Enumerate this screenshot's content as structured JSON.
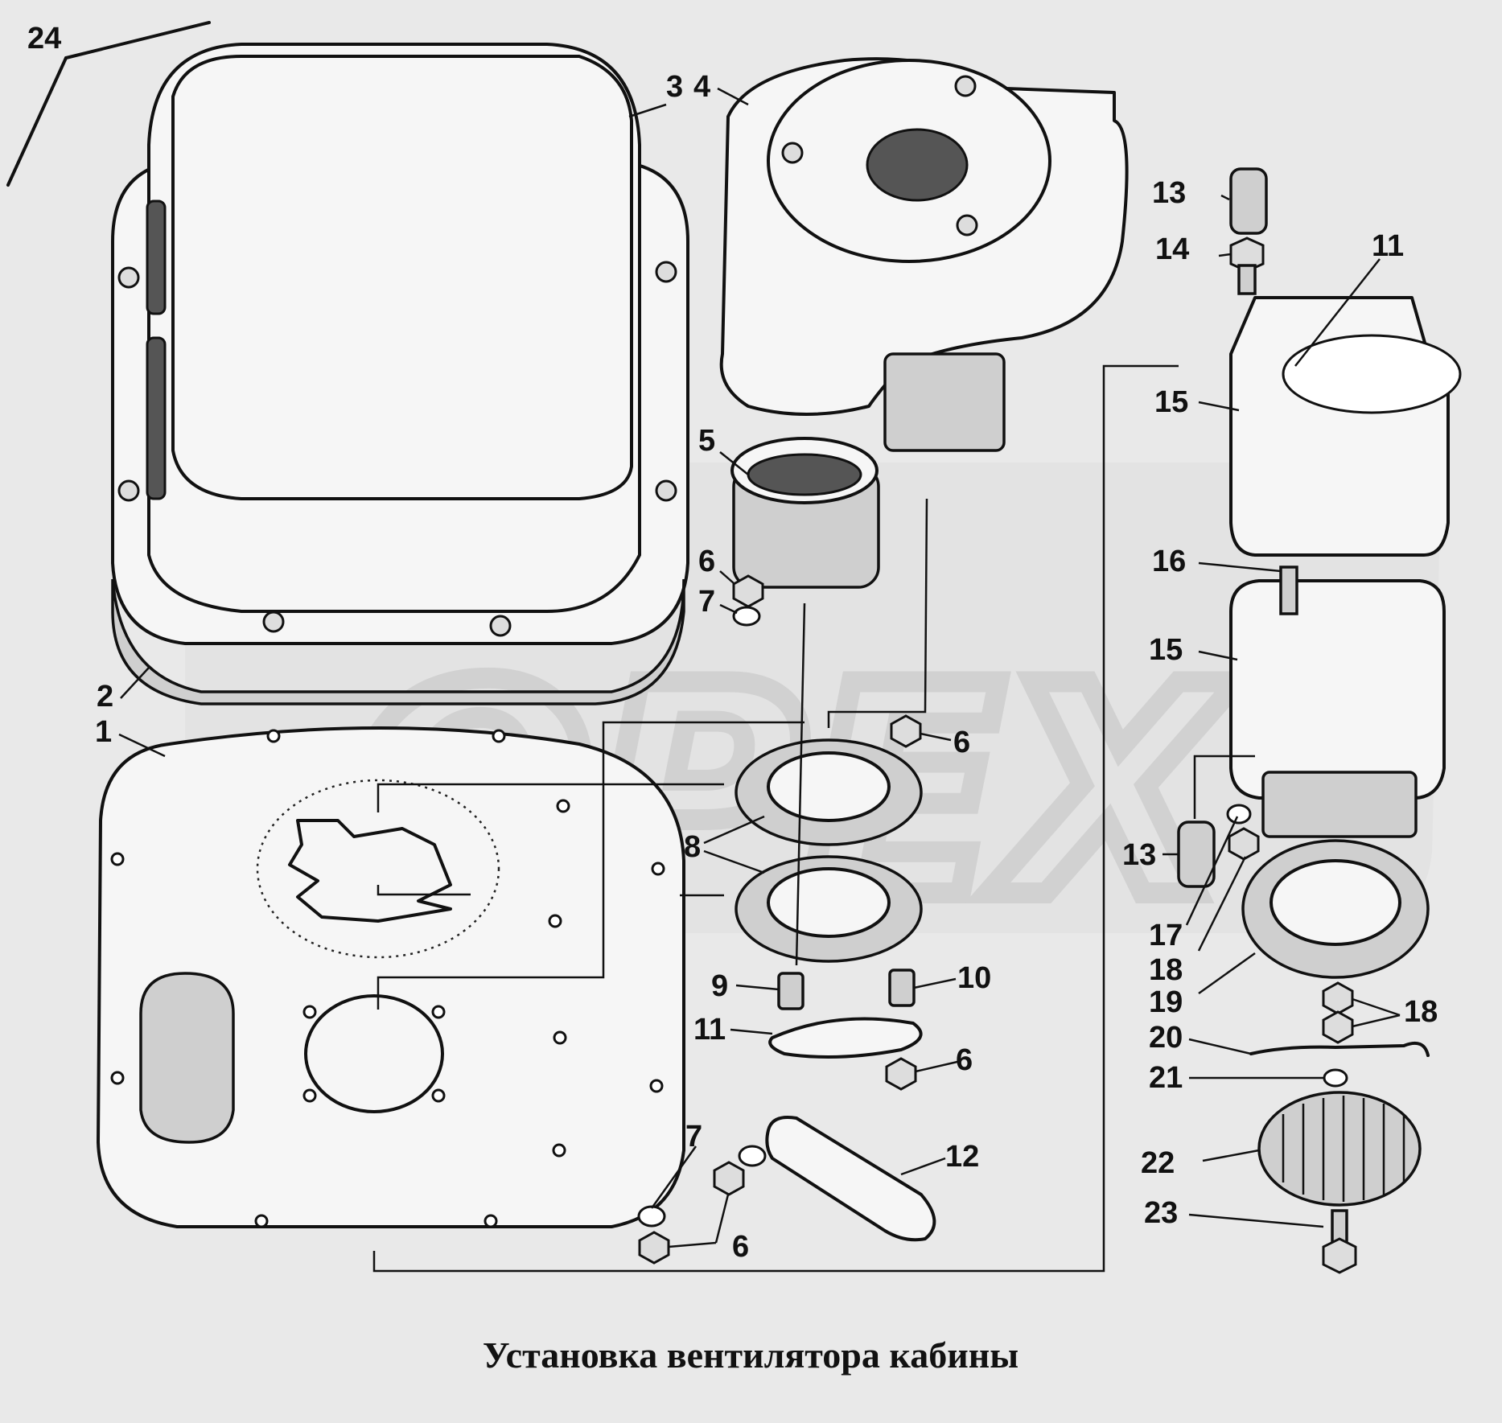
{
  "title": "Установка вентилятора кабины",
  "watermark": "ОРЕХ",
  "labels": {
    "l24": "24",
    "l3": "3",
    "l4": "4",
    "l13a": "13",
    "l14": "14",
    "l11a": "11",
    "l15a": "15",
    "l5": "5",
    "l6a": "6",
    "l7a": "7",
    "l16": "16",
    "l15b": "15",
    "l2": "2",
    "l1": "1",
    "l6b": "6",
    "l8": "8",
    "l13b": "13",
    "l17": "17",
    "l18a": "18",
    "l19": "19",
    "l9": "9",
    "l10": "10",
    "l11b": "11",
    "l18b": "18",
    "l20": "20",
    "l6c": "6",
    "l21": "21",
    "l7b": "7",
    "l12": "12",
    "l22": "22",
    "l6d": "6",
    "l23": "23"
  }
}
